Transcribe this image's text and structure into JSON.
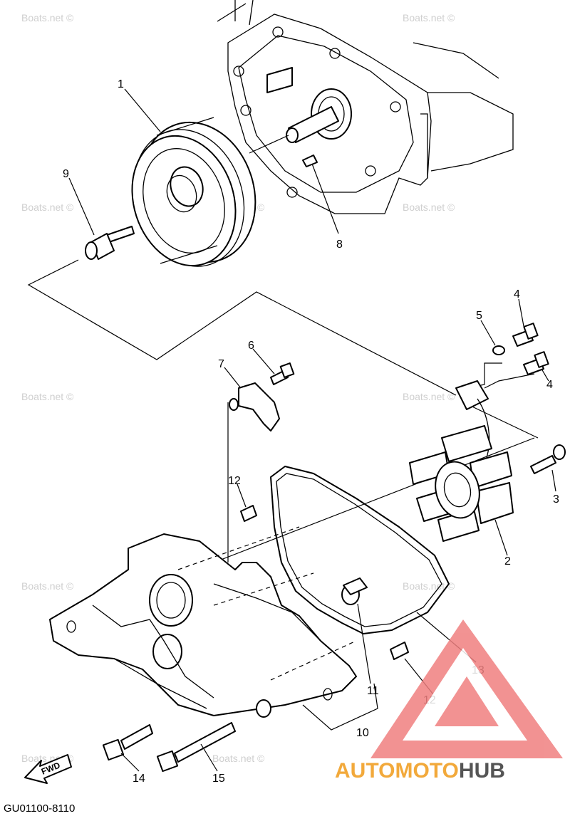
{
  "callouts": [
    {
      "id": "1",
      "label": "1"
    },
    {
      "id": "2",
      "label": "2"
    },
    {
      "id": "3",
      "label": "3"
    },
    {
      "id": "4a",
      "label": "4"
    },
    {
      "id": "4b",
      "label": "4"
    },
    {
      "id": "5",
      "label": "5"
    },
    {
      "id": "6",
      "label": "6"
    },
    {
      "id": "7",
      "label": "7"
    },
    {
      "id": "8",
      "label": "8"
    },
    {
      "id": "9",
      "label": "9"
    },
    {
      "id": "10",
      "label": "10"
    },
    {
      "id": "11",
      "label": "11"
    },
    {
      "id": "12a",
      "label": "12"
    },
    {
      "id": "12b",
      "label": "12"
    },
    {
      "id": "13",
      "label": "13"
    },
    {
      "id": "14",
      "label": "14"
    },
    {
      "id": "15",
      "label": "15"
    }
  ],
  "watermark": "Boats.net ©",
  "diagram_code": "GU01100-8110",
  "fwd_label": "FWD",
  "brand": {
    "part1": "AUTOMOTO",
    "part2": "HUB",
    "colors": {
      "primary": "#f2a93b",
      "secondary": "#555555",
      "logo": "#f08080"
    }
  }
}
